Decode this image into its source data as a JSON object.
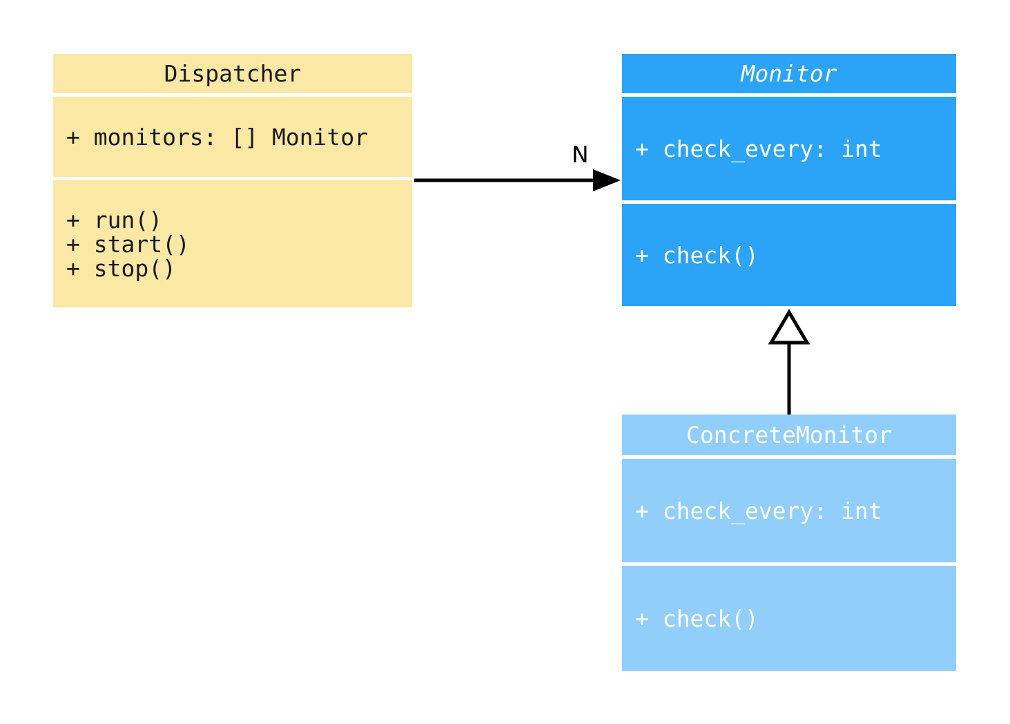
{
  "diagram": {
    "classes": {
      "dispatcher": {
        "name": "Dispatcher",
        "attributes": [
          "+ monitors: [] Monitor"
        ],
        "methods": [
          "+ run()",
          "+ start()",
          "+ stop()"
        ],
        "fill": "#FBE8A4",
        "text_color": "#1a1a1a"
      },
      "monitor": {
        "name": "Monitor",
        "abstract": true,
        "attributes": [
          "+ check_every: int"
        ],
        "methods": [
          "+ check()"
        ],
        "fill": "#2BA3F7",
        "text_color": "#ffffff"
      },
      "concrete_monitor": {
        "name": "ConcreteMonitor",
        "abstract": false,
        "attributes": [
          "+ check_every: int"
        ],
        "methods": [
          "+ check()"
        ],
        "fill": "#91CEFA",
        "text_color": "#ffffff"
      }
    },
    "relations": {
      "association": {
        "from": "Dispatcher",
        "to": "Monitor",
        "label": "N",
        "line_color": "#000000"
      },
      "inheritance": {
        "from": "ConcreteMonitor",
        "to": "Monitor",
        "line_color": "#000000"
      }
    }
  }
}
